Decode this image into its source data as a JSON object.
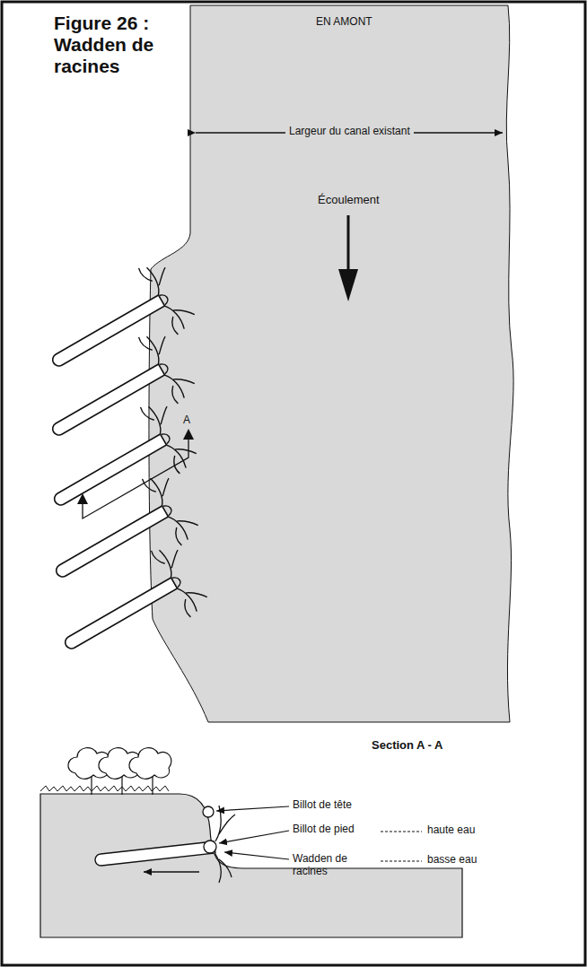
{
  "diagram": {
    "title": "Figure 26 : Wadden de racines",
    "labels": [
      "EN AMONT",
      "Largeur du canal existant",
      "Écoulement",
      "A",
      "Section A - A",
      "Billot de tête",
      "Billot de pied",
      "haute eau",
      "Wadden de racines",
      "basse eau"
    ]
  }
}
